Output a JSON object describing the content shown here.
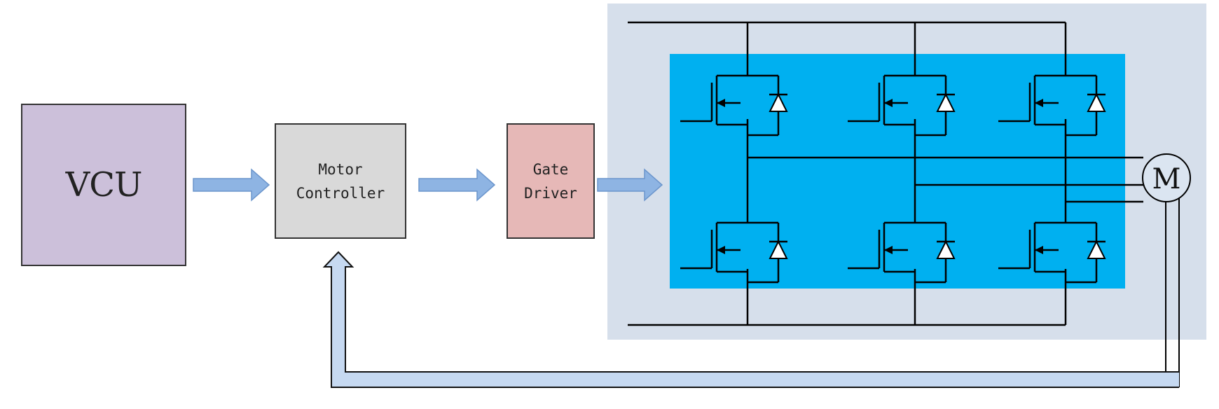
{
  "blocks": {
    "vcu": {
      "label": "VCU"
    },
    "motor_controller": {
      "line1": "Motor",
      "line2": "Controller"
    },
    "gate_driver": {
      "line1": "Gate",
      "line2": "Driver"
    }
  },
  "motor": {
    "label": "M"
  },
  "colors": {
    "vcu_fill": "#ccc0da",
    "motor_controller_fill": "#d9d9d9",
    "gate_driver_fill": "#e6b8b7",
    "inverter_outer_fill": "#d6dfeb",
    "inverter_inner_fill": "#00b0f0",
    "arrow_fill": "#8eb4e3",
    "feedback_fill": "#c6d9f1"
  }
}
